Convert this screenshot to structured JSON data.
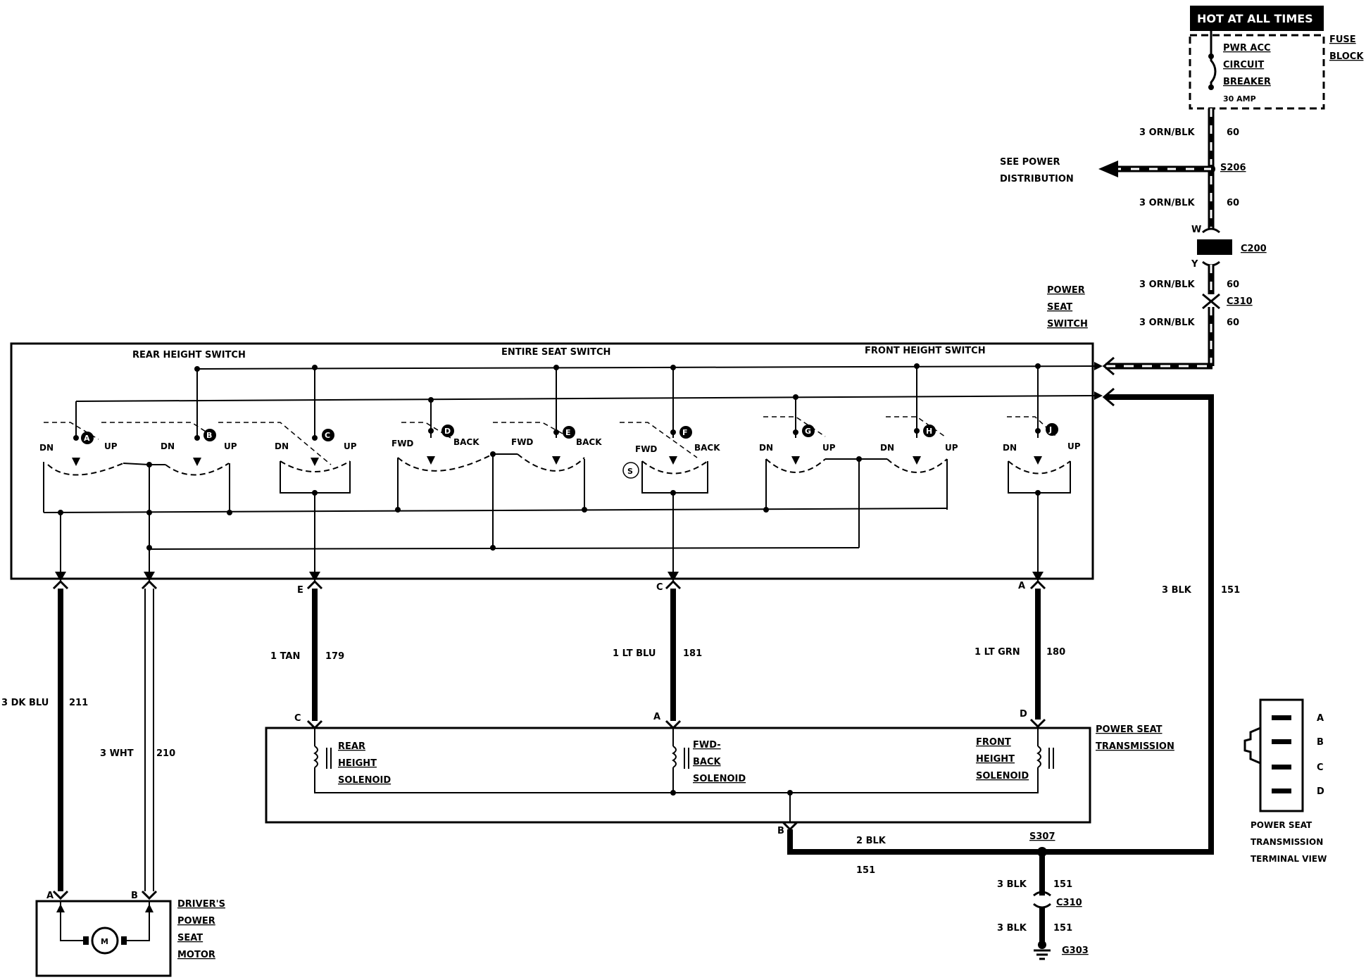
{
  "fuse": {
    "hot_banner": "HOT AT ALL TIMES",
    "breaker_lines": [
      "PWR ACC",
      "CIRCUIT",
      "BREAKER",
      "30 AMP"
    ],
    "block_lines": [
      "FUSE",
      "BLOCK"
    ]
  },
  "feed": {
    "wire_a": "3 ORN/BLK",
    "circuit_a": "60",
    "see_power_lines": [
      "SEE POWER",
      "DISTRIBUTION"
    ],
    "splice": "S206",
    "wire_b": "3 ORN/BLK",
    "circuit_b": "60",
    "conn_w": "W",
    "conn_c200": "C200",
    "conn_y": "Y",
    "wire_c": "3 ORN/BLK",
    "circuit_c": "60",
    "conn_c310": "C310",
    "wire_d": "3 ORN/BLK",
    "circuit_d": "60",
    "power_seat_switch_lines": [
      "POWER",
      "SEAT",
      "SWITCH"
    ]
  },
  "switch": {
    "rear_height_title": "REAR HEIGHT SWITCH",
    "entire_seat_title": "ENTIRE SEAT SWITCH",
    "front_height_title": "FRONT HEIGHT SWITCH",
    "markers": [
      "A",
      "B",
      "C",
      "D",
      "E",
      "F",
      "G",
      "H",
      "J"
    ],
    "labels": {
      "a_left": "DN",
      "a_right": "UP",
      "b_left": "DN",
      "b_right": "UP",
      "c_left": "DN",
      "c_right": "UP",
      "d_left": "FWD",
      "d_right": "BACK",
      "e_left": "FWD",
      "e_right": "BACK",
      "f_left": "FWD",
      "f_right": "BACK",
      "g_left": "DN",
      "g_right": "UP",
      "h_left": "DN",
      "h_right": "UP",
      "j_left": "DN",
      "j_right": "UP"
    },
    "s_mark": "S"
  },
  "wires": {
    "motor_a_name": "3 DK BLU",
    "motor_a_circuit": "211",
    "motor_b_name": "3 WHT",
    "motor_b_circuit": "210",
    "tan_term_top": "E",
    "tan_name": "1 TAN",
    "tan_circuit": "179",
    "tan_term_bottom": "C",
    "ltblu_term_top": "C",
    "ltblu_name": "1 LT BLU",
    "ltblu_circuit": "181",
    "ltblu_term_bottom": "A",
    "ltgrn_term_top": "A",
    "ltgrn_name": "1 LT GRN",
    "ltgrn_circuit": "180",
    "ltgrn_term_bottom": "D",
    "blk_right_name": "3 BLK",
    "blk_right_circuit": "151"
  },
  "transmission": {
    "title_lines": [
      "POWER SEAT",
      "TRANSMISSION"
    ],
    "rear_solenoid": [
      "REAR",
      "HEIGHT",
      "SOLENOID"
    ],
    "fwd_solenoid": [
      "FWD-",
      "BACK",
      "SOLENOID"
    ],
    "front_solenoid": [
      "FRONT",
      "HEIGHT",
      "SOLENOID"
    ],
    "terminal_b": "B"
  },
  "ground": {
    "blk2_name": "2 BLK",
    "blk2_circuit": "151",
    "splice": "S307",
    "blk3a_name": "3 BLK",
    "blk3a_circuit": "151",
    "conn": "C310",
    "blk3b_name": "3 BLK",
    "blk3b_circuit": "151",
    "ground_id": "G303"
  },
  "motor": {
    "term_a": "A",
    "term_b": "B",
    "symbol": "M",
    "title_lines": [
      "DRIVER'S",
      "POWER",
      "SEAT",
      "MOTOR"
    ]
  },
  "terminal_view": {
    "pins": [
      "A",
      "B",
      "C",
      "D"
    ],
    "title_lines": [
      "POWER SEAT",
      "TRANSMISSION",
      "TERMINAL VIEW"
    ]
  }
}
